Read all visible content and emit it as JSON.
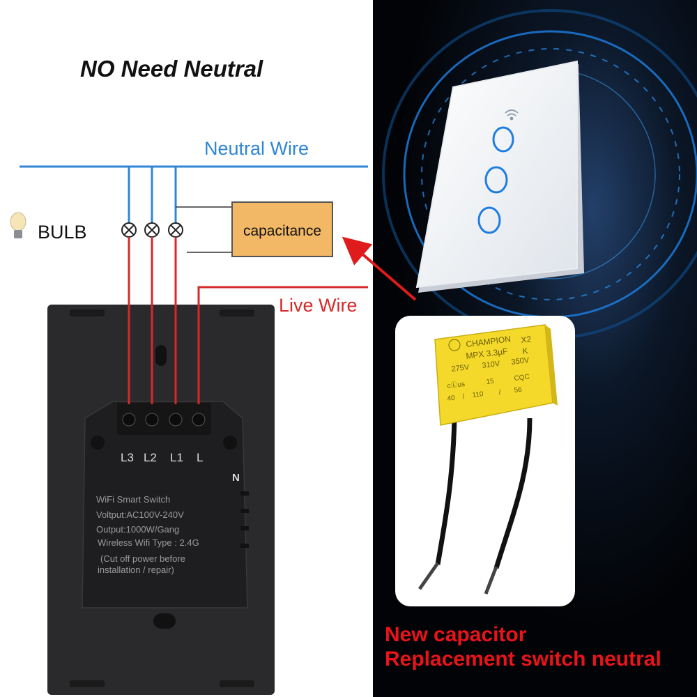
{
  "title": "NO Need Neutral",
  "neutral_wire_label": "Neutral Wire",
  "live_wire_label": "Live Wire",
  "bulb_label": "BULB",
  "capacitance_label": "capacitance",
  "terminals": [
    "L3",
    "L2",
    "L1",
    "L"
  ],
  "neutral_terminal": "N",
  "switch_back_label": [
    "WiFi Smart Switch",
    "Voltput:AC100V-240V",
    "Output:1000W/Gang",
    "Wireless Wifi Type : 2.4G",
    "(Cut off power before",
    "installation / repair)"
  ],
  "capacitor_label": {
    "brand": "CHAMPION",
    "class": "X2",
    "model": "MPX 3.3µF",
    "tolerance": "K",
    "voltages": [
      "275V",
      "310V",
      "350V"
    ],
    "cert_marks": [
      "cⓁus",
      "15",
      "CQC"
    ],
    "temp_codes": [
      "40",
      "/",
      "110",
      "/",
      "56"
    ]
  },
  "caption": [
    "New capacitor",
    "Replacement switch neutral"
  ],
  "colors": {
    "neutral": "#2f86d6",
    "live": "#d42a2a",
    "capacitance_box": "#f2b866",
    "caption": "#e8141a",
    "capacitor": "#f5d92a",
    "switch_button": "#1e7de0"
  }
}
